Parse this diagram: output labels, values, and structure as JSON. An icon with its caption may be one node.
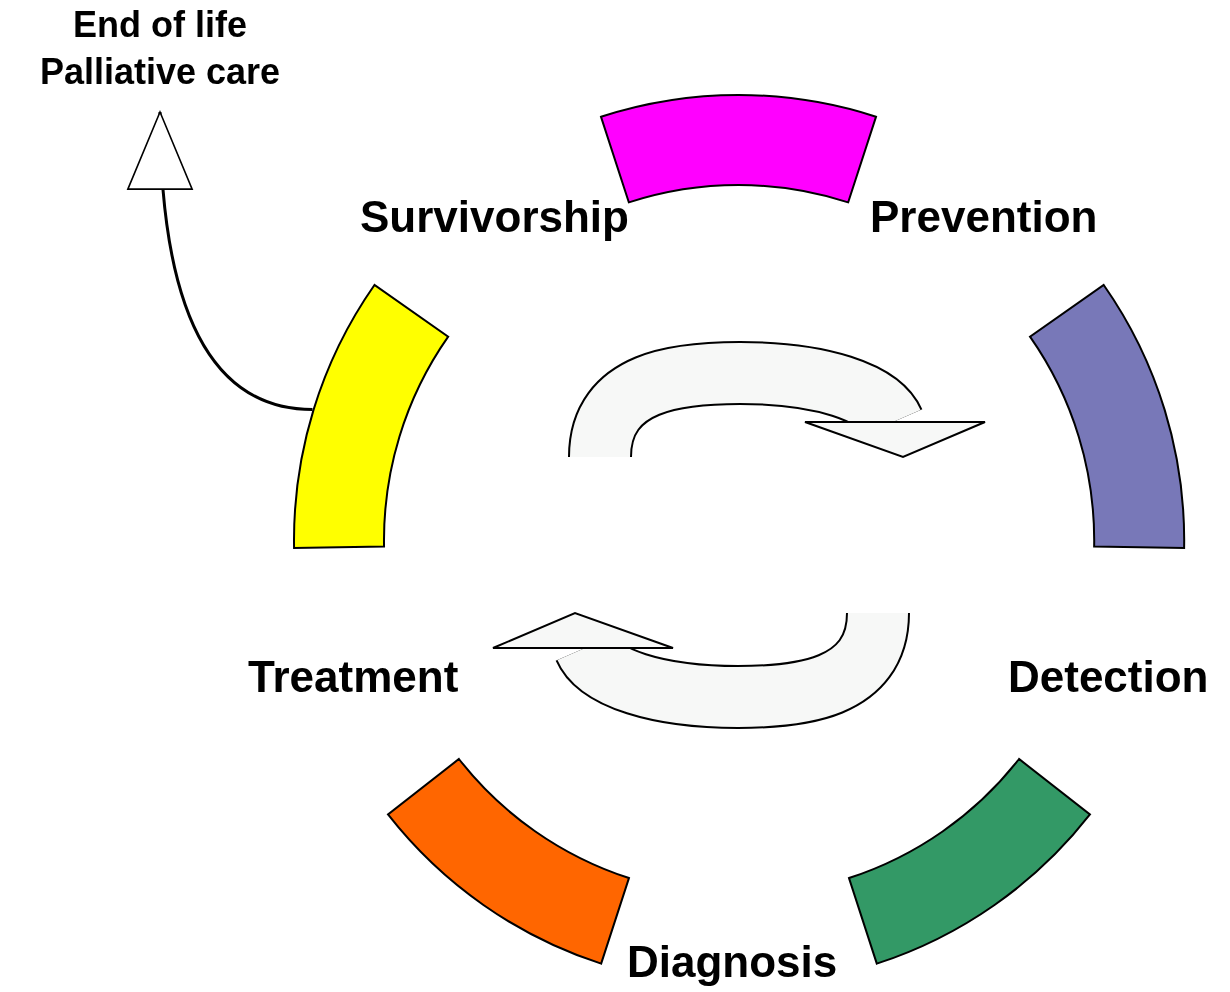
{
  "diagram": {
    "nodes": [
      {
        "text": [
          "End of life Palliative care"
        ]
      },
      {
        "text": [],
        "shape": "bar"
      },
      {
        "text": [],
        "shape": "bar"
      },
      {
        "text": [],
        "shape": "bar"
      },
      {
        "text": [],
        "shape": "bar"
      },
      {
        "text": [],
        "shape": "bar"
      }
    ],
    "edges": [
      {
        "from": 1,
        "to": 0,
        "arrow": "to"
      }
    ],
    "labels": [
      "Survivorship",
      "Prevention",
      "Treatment",
      "Detection",
      "Diagnosis"
    ]
  }
}
